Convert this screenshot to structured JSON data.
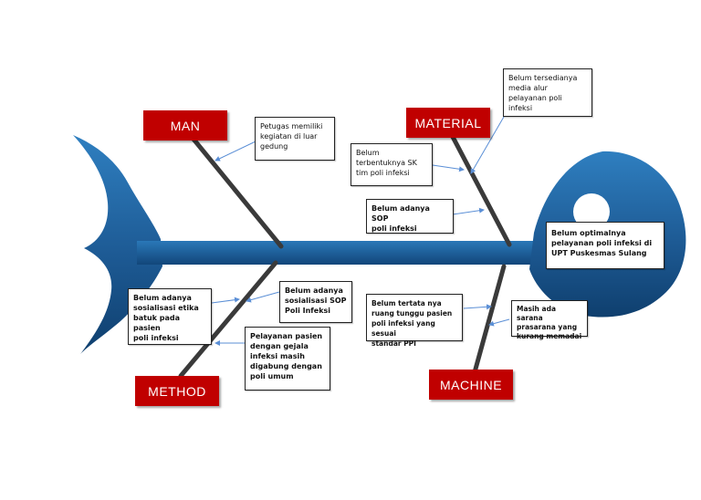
{
  "colors": {
    "fish_dark": "#0f3f6e",
    "fish_light": "#2f7fc0",
    "bone": "#3a3a3a",
    "category_bg": "#c00000",
    "category_text": "#ffffff",
    "arrow": "#5b8fd6"
  },
  "categories": {
    "man": "MAN",
    "material": "MATERIAL",
    "method": "METHOD",
    "machine": "MACHINE"
  },
  "effect": "Belum optimalnya\npelayanan poli infeksi di\nUPT Puskesmas Sulang",
  "causes": {
    "man_1": "Petugas memiliki\nkegiatan di luar\ngedung",
    "material_1": "Belum tersedianya\nmedia alur\npelayanan poli\ninfeksi",
    "material_2": "Belum\nterbentuknya SK\ntim poli infeksi",
    "material_3": "Belum adanya SOP\npoli infeksi",
    "method_1": "Belum adanya\nsosialisasi etika\nbatuk pada pasien\npoli infeksi",
    "method_2": "Belum adanya\nsosialisasi SOP\nPoli Infeksi",
    "method_3": "Pelayanan pasien\ndengan gejala\ninfeksi masih\ndigabung dengan\npoli umum",
    "machine_1": "Belum tertata nya\nruang tunggu pasien\npoli infeksi yang sesuai\nstandar PPI",
    "machine_2": "Masih ada sarana\nprasarana yang\nkurang memadai"
  }
}
